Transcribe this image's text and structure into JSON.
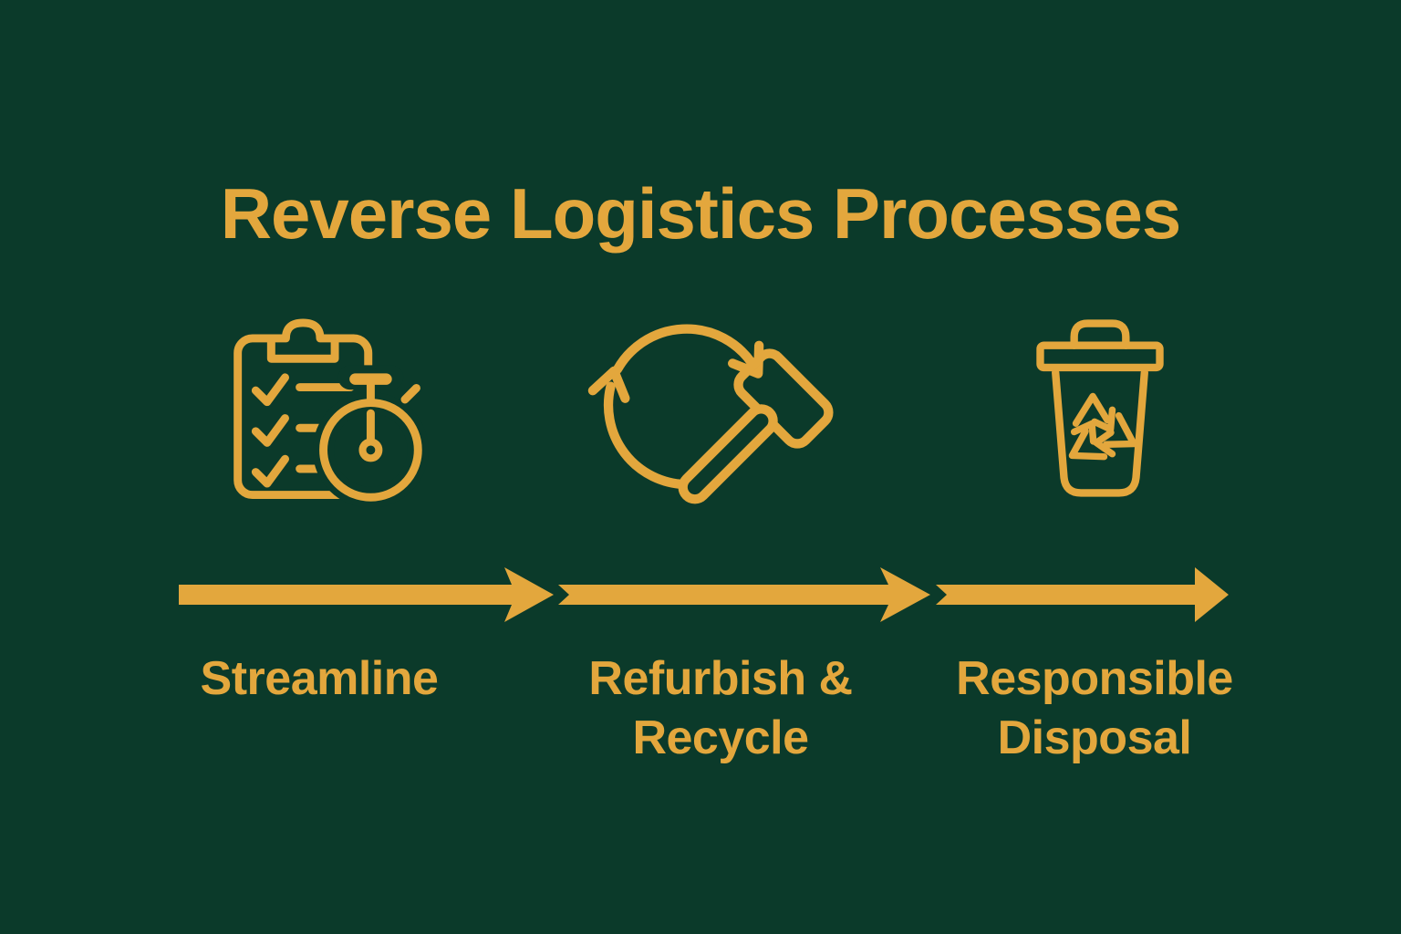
{
  "title": "Reverse Logistics Processes",
  "colors": {
    "background": "#0b3a2a",
    "accent": "#e3a73d"
  },
  "steps": [
    {
      "label": "Streamline",
      "icon": "clipboard-checklist-stopwatch-icon"
    },
    {
      "label": "Refurbish & Recycle",
      "icon": "recycle-cycle-hammer-icon"
    },
    {
      "label": "Responsible Disposal",
      "icon": "trash-can-recycle-icon"
    }
  ],
  "flow": {
    "direction": "left-to-right",
    "arrow_count": 3
  }
}
